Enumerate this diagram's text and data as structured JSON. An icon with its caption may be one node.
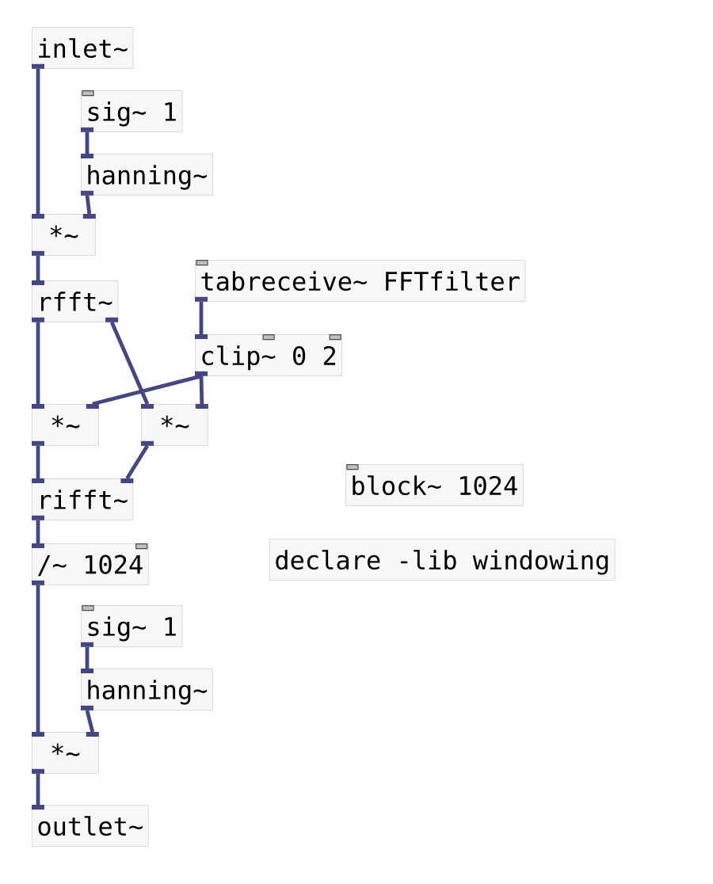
{
  "diagram": {
    "nodes": [
      {
        "text": [
          "inlet~"
        ]
      },
      {
        "text": [
          "sig~ 1"
        ]
      },
      {
        "text": [
          "hanning~"
        ]
      },
      {
        "text": [
          "*~"
        ]
      },
      {
        "text": [
          "rfft~"
        ]
      },
      {
        "text": [
          "tabreceive~ FFTfilter"
        ]
      },
      {
        "text": [
          "clip~ 0 2"
        ]
      },
      {
        "text": [
          "*~"
        ]
      },
      {
        "text": [
          "*~"
        ]
      },
      {
        "text": [
          "rifft~"
        ]
      },
      {
        "text": [
          "/~ 1024"
        ]
      },
      {
        "text": [
          "sig~ 1"
        ]
      },
      {
        "text": [
          "hanning~"
        ]
      },
      {
        "text": [
          "*~"
        ]
      },
      {
        "text": [
          "outlet~"
        ]
      },
      {
        "text": [
          "block~ 1024"
        ]
      },
      {
        "text": [
          "declare -lib windowing"
        ]
      }
    ],
    "edges": [
      {
        "from": 0,
        "to": 3,
        "arrow": "none"
      },
      {
        "from": 1,
        "to": 2,
        "arrow": "none"
      },
      {
        "from": 2,
        "to": 3,
        "arrow": "none"
      },
      {
        "from": 3,
        "to": 4,
        "arrow": "none"
      },
      {
        "from": 4,
        "to": 7,
        "arrow": "none"
      },
      {
        "from": 4,
        "to": 8,
        "arrow": "none"
      },
      {
        "from": 5,
        "to": 6,
        "arrow": "none"
      },
      {
        "from": 6,
        "to": 7,
        "arrow": "none"
      },
      {
        "from": 6,
        "to": 8,
        "arrow": "none"
      },
      {
        "from": 7,
        "to": 9,
        "arrow": "none"
      },
      {
        "from": 8,
        "to": 9,
        "arrow": "none"
      },
      {
        "from": 9,
        "to": 10,
        "arrow": "none"
      },
      {
        "from": 10,
        "to": 13,
        "arrow": "none"
      },
      {
        "from": 11,
        "to": 12,
        "arrow": "none"
      },
      {
        "from": 12,
        "to": 13,
        "arrow": "none"
      },
      {
        "from": 13,
        "to": 14,
        "arrow": "none"
      }
    ]
  }
}
